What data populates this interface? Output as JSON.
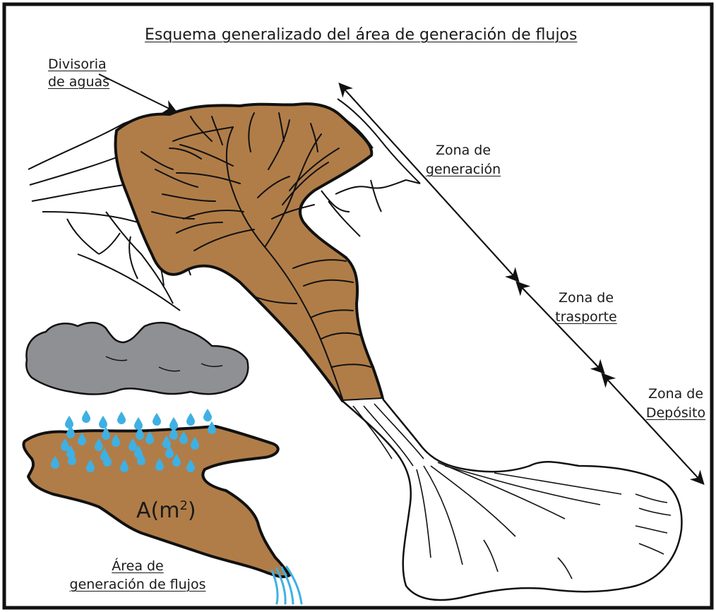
{
  "title": "Esquema generalizado del área de generación de flujos",
  "labels": {
    "divisoria_line1": "Divisoria",
    "divisoria_line2": "de aguas",
    "zona_generacion_line1": "Zona de",
    "zona_generacion_line2": "generación",
    "zona_trasporte_line1": "Zona de",
    "zona_trasporte_line2": "trasporte",
    "zona_deposito_line1": "Zona de",
    "zona_deposito_line2": "Depósito",
    "area_formula_base": "A(m",
    "area_formula_exp": "2",
    "area_formula_close": ")",
    "area_generacion_line1": "Área de",
    "area_generacion_line2": "generación de flujos"
  },
  "colors": {
    "basin_fill": "#b07d48",
    "cloud_fill": "#8f9094",
    "rain_drop": "#3fb0e3",
    "outlines": "#111111"
  }
}
